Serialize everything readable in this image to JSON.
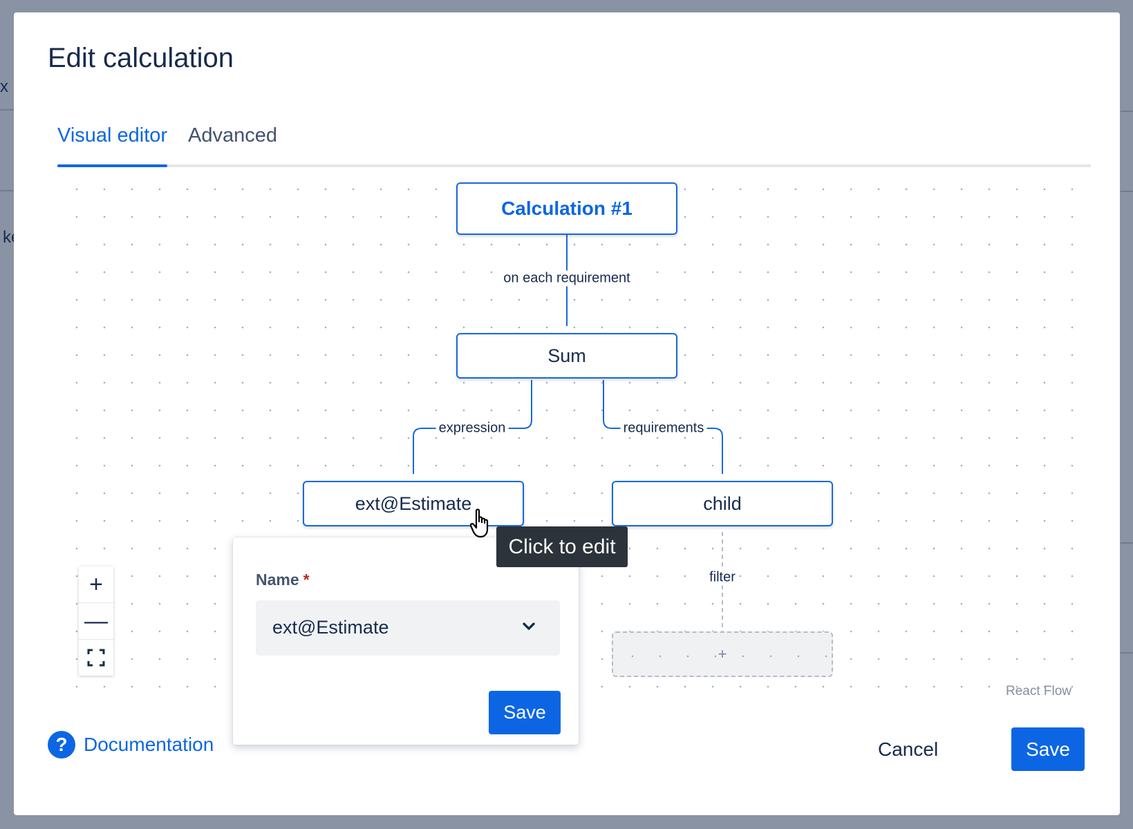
{
  "background": {
    "fragment_1": "x",
    "fragment_2": "ke"
  },
  "modal": {
    "title": "Edit calculation"
  },
  "tabs": [
    {
      "label": "Visual editor",
      "active": true
    },
    {
      "label": "Advanced",
      "active": false
    }
  ],
  "flow": {
    "nodes": {
      "root": "Calculation #1",
      "sum": "Sum",
      "estimate": "ext@Estimate",
      "child": "child",
      "add": "+"
    },
    "edges": {
      "root_sum": "on each requirement",
      "expression": "expression",
      "requirements": "requirements",
      "filter": "filter"
    },
    "controls": {
      "zoom_in": "+",
      "zoom_out": "—"
    },
    "attribution": "React Flow"
  },
  "tooltip": "Click to edit",
  "popup": {
    "field_label": "Name",
    "required_mark": "*",
    "select_value": "ext@Estimate",
    "save_label": "Save"
  },
  "footer": {
    "help_icon": "?",
    "documentation_label": "Documentation",
    "cancel_label": "Cancel",
    "save_label": "Save"
  },
  "colors": {
    "accent": "#0c66e4",
    "node_border": "#1868db",
    "overlay": "#8993a4"
  }
}
